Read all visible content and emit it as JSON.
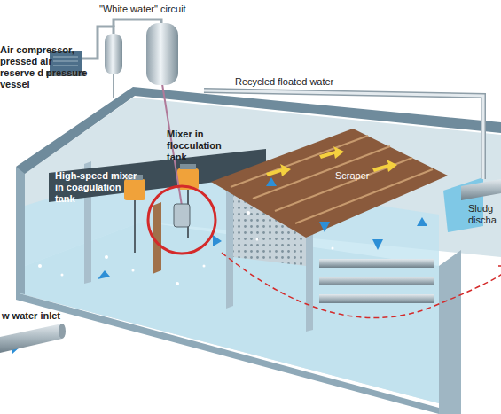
{
  "diagram": {
    "labels": [
      "\"White water\" circuit",
      "Air compressor, pressed air reserve d pressure vessel",
      "Recycled floated water",
      "High-speed mixer in coagulation tank",
      "Mixer in flocculation tank",
      "Scraper",
      "w water inlet",
      "Sludg discha"
    ]
  }
}
